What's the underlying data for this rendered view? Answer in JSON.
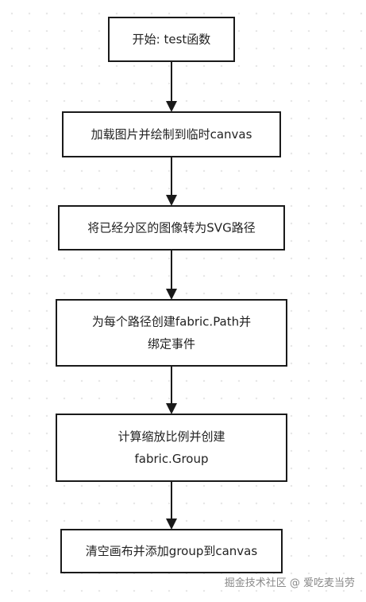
{
  "nodes": [
    {
      "id": "start",
      "lines": [
        "开始: test函数"
      ]
    },
    {
      "id": "load-image",
      "lines": [
        "加载图片并绘制到临时canvas"
      ]
    },
    {
      "id": "convert-svg",
      "lines": [
        "将已经分区的图像转为SVG路径"
      ]
    },
    {
      "id": "create-path",
      "lines": [
        "为每个路径创建fabric.Path并",
        "绑定事件"
      ]
    },
    {
      "id": "create-group",
      "lines": [
        "计算缩放比例并创建",
        "fabric.Group"
      ]
    },
    {
      "id": "add-group",
      "lines": [
        "清空画布并添加group到canvas"
      ]
    }
  ],
  "edges": [
    {
      "from": "start",
      "to": "load-image"
    },
    {
      "from": "load-image",
      "to": "convert-svg"
    },
    {
      "from": "convert-svg",
      "to": "create-path"
    },
    {
      "from": "create-path",
      "to": "create-group"
    },
    {
      "from": "create-group",
      "to": "add-group"
    }
  ],
  "watermark": "掘金技术社区 @ 爱吃麦当劳"
}
